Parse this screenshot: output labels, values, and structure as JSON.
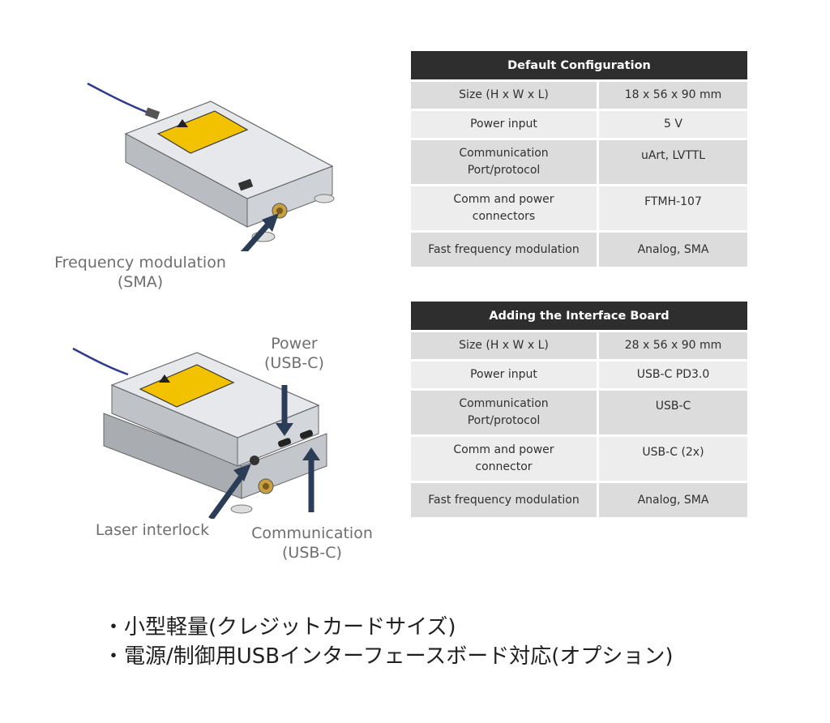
{
  "callouts": {
    "freq_mod_line1": "Frequency modulation",
    "freq_mod_line2": "(SMA)",
    "power_line1": "Power",
    "power_line2": "(USB-C)",
    "laser_interlock": "Laser interlock",
    "comm_line1": "Communication",
    "comm_line2": "(USB-C)"
  },
  "default_config": {
    "title": "Default Configuration",
    "rows": [
      {
        "label": "Size (H x W x L)",
        "value": "18 x 56 x 90 mm"
      },
      {
        "label": "Power input",
        "value": "5 V"
      },
      {
        "label_line1": "Communication",
        "label_line2": "Port/protocol",
        "value": "uArt, LVTTL"
      },
      {
        "label_line1": "Comm and power",
        "label_line2": "connectors",
        "value": "FTMH-107"
      },
      {
        "label": "Fast frequency modulation",
        "value": "Analog, SMA"
      }
    ]
  },
  "interface_board": {
    "title": "Adding the Interface Board",
    "rows": [
      {
        "label": "Size (H x W x L)",
        "value": "28 x 56 x 90 mm"
      },
      {
        "label": "Power input",
        "value": "USB-C PD3.0"
      },
      {
        "label_line1": "Communication",
        "label_line2": "Port/protocol",
        "value": "USB-C"
      },
      {
        "label_line1": "Comm and power",
        "label_line2": "connector",
        "value": "USB-C (2x)"
      },
      {
        "label": "Fast frequency modulation",
        "value": "Analog, SMA"
      }
    ]
  },
  "bullets": [
    "・小型軽量(クレジットカードサイズ)",
    "・電源/制御用USBインターフェースボード対応(オプション)"
  ],
  "colors": {
    "header_bg": "#2e2e2e",
    "row_dark": "#dcdcdc",
    "row_light": "#ededed",
    "label_yellow": "#f2c200",
    "arrow": "#2b3c57",
    "fiber": "#2e3a8a"
  }
}
